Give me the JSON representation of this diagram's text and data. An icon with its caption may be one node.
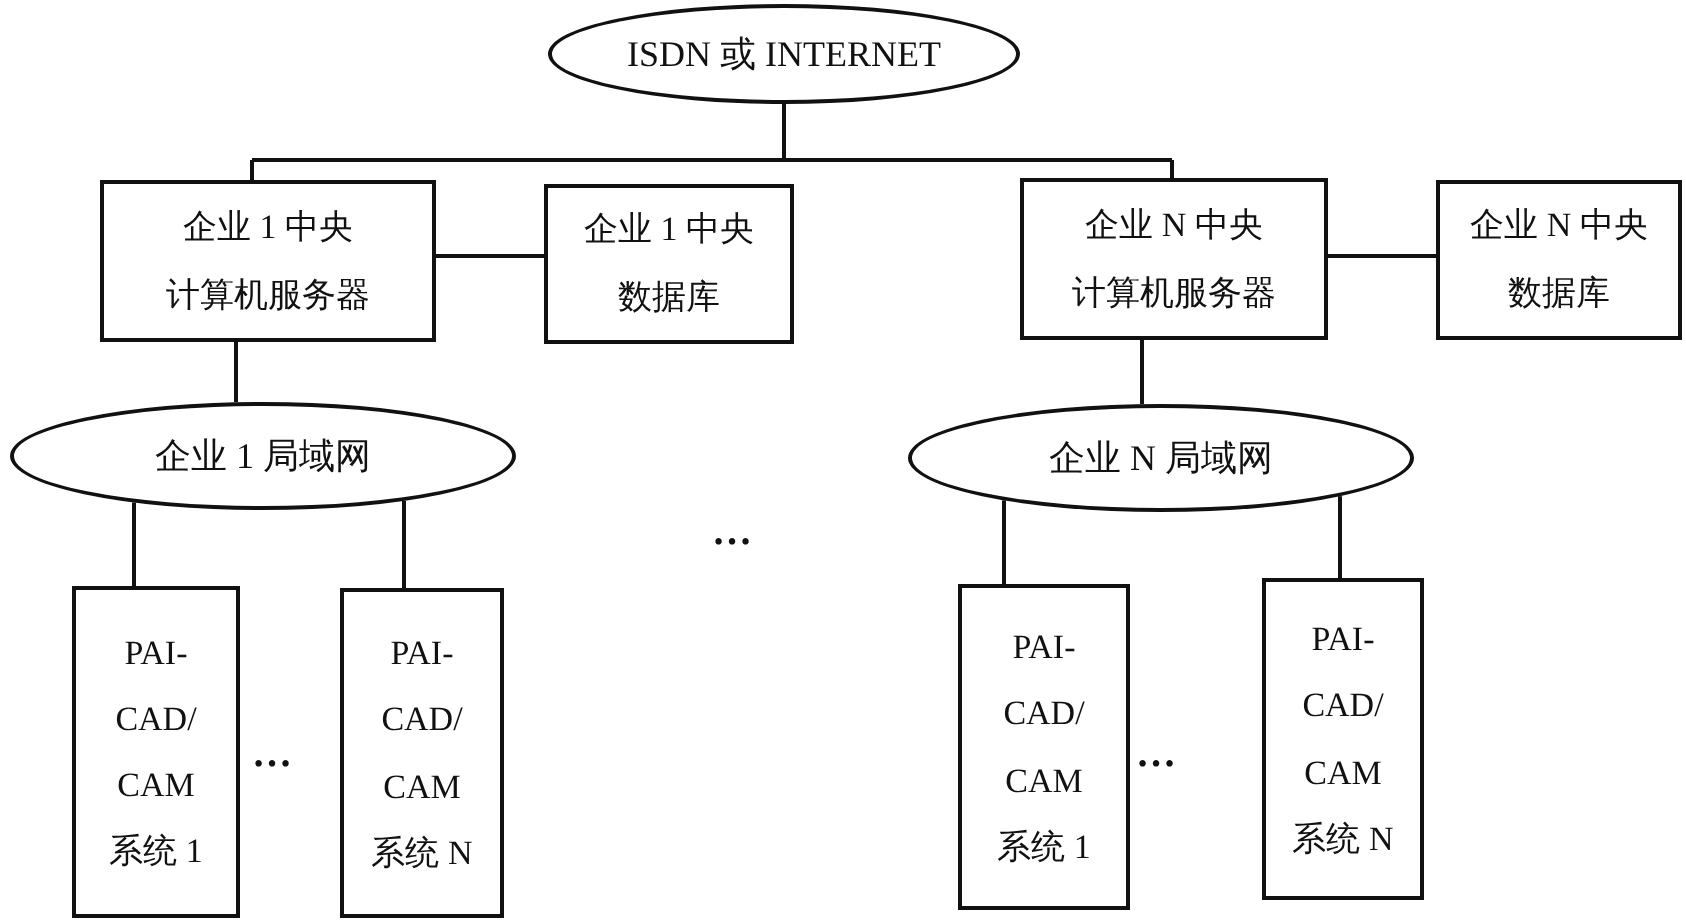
{
  "diagram": {
    "nodes": [
      {
        "text": [
          "ISDN 或 INTERNET"
        ]
      },
      {
        "text": [
          "企业 1 中央计算机服务器"
        ]
      },
      {
        "text": [
          "企业 1 中央数据库"
        ]
      },
      {
        "text": [
          "企业 N 中央计算机服务器"
        ]
      },
      {
        "text": [
          "企业 N 中央数据库"
        ]
      },
      {
        "text": [
          "企业 1 局域网"
        ]
      },
      {
        "text": [
          "企业 N 局域网"
        ]
      },
      {
        "text": [
          "PAI- CAD/ CAM 系统 1"
        ]
      },
      {
        "text": [
          "PAI- CAD/ CAM 系统 N"
        ]
      },
      {
        "text": [
          "PAI- CAD/ CAM 系统 1"
        ]
      },
      {
        "text": [
          "PAI- CAD/ CAM 系统 N"
        ]
      }
    ],
    "edges": [
      {
        "from": 0,
        "to": 1,
        "arrow": "none"
      },
      {
        "from": 0,
        "to": 3,
        "arrow": "none"
      },
      {
        "from": 1,
        "to": 2,
        "arrow": "none"
      },
      {
        "from": 3,
        "to": 4,
        "arrow": "none"
      },
      {
        "from": 1,
        "to": 5,
        "arrow": "none"
      },
      {
        "from": 3,
        "to": 6,
        "arrow": "none"
      },
      {
        "from": 5,
        "to": 7,
        "arrow": "none"
      },
      {
        "from": 5,
        "to": 8,
        "arrow": "none"
      },
      {
        "from": 6,
        "to": 9,
        "arrow": "none"
      },
      {
        "from": 6,
        "to": 10,
        "arrow": "none"
      }
    ],
    "labels": [
      "…",
      "…",
      "…"
    ]
  }
}
